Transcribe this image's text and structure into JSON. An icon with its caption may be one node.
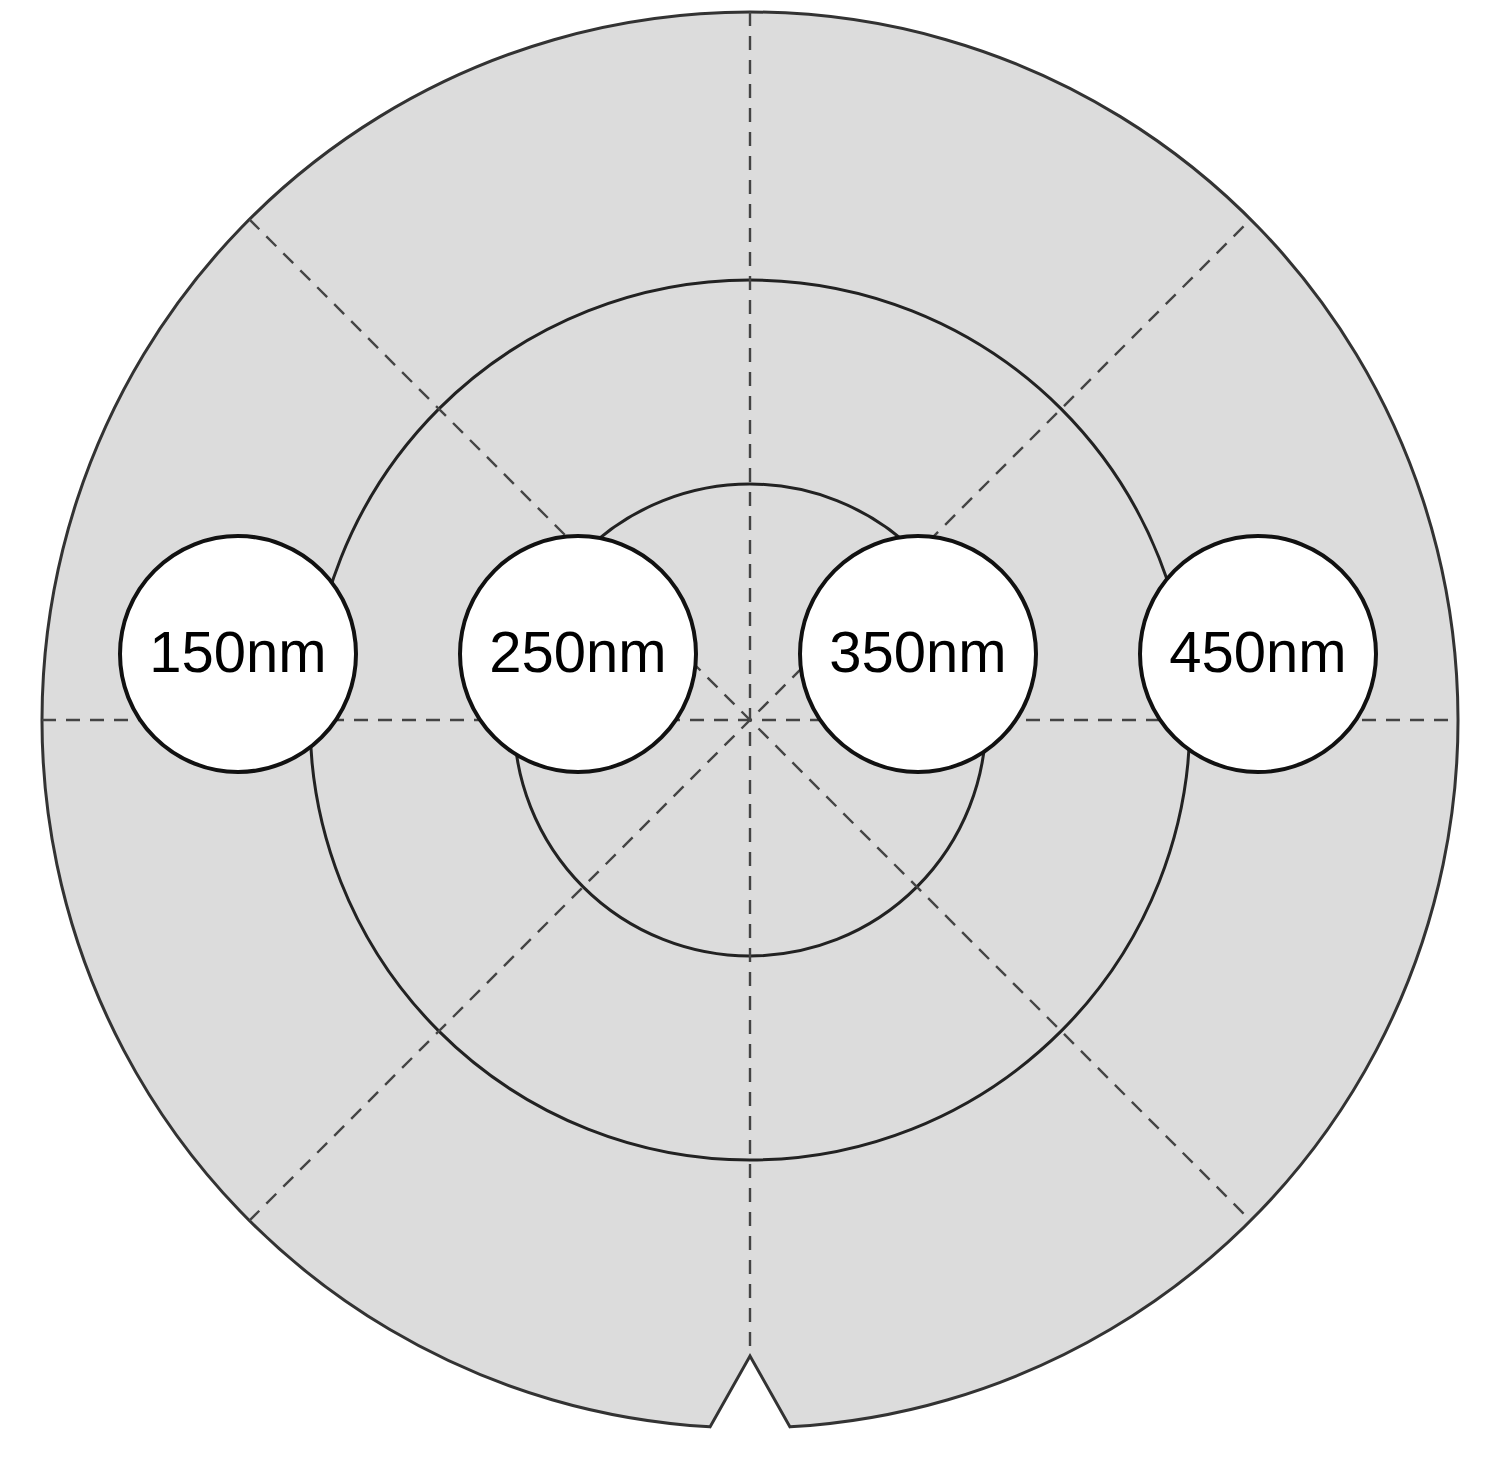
{
  "diagram": {
    "nodes": [
      {
        "text": [
          "150nm"
        ]
      },
      {
        "text": [
          "250nm"
        ]
      },
      {
        "text": [
          "350nm"
        ]
      },
      {
        "text": [
          "450nm"
        ]
      }
    ]
  }
}
